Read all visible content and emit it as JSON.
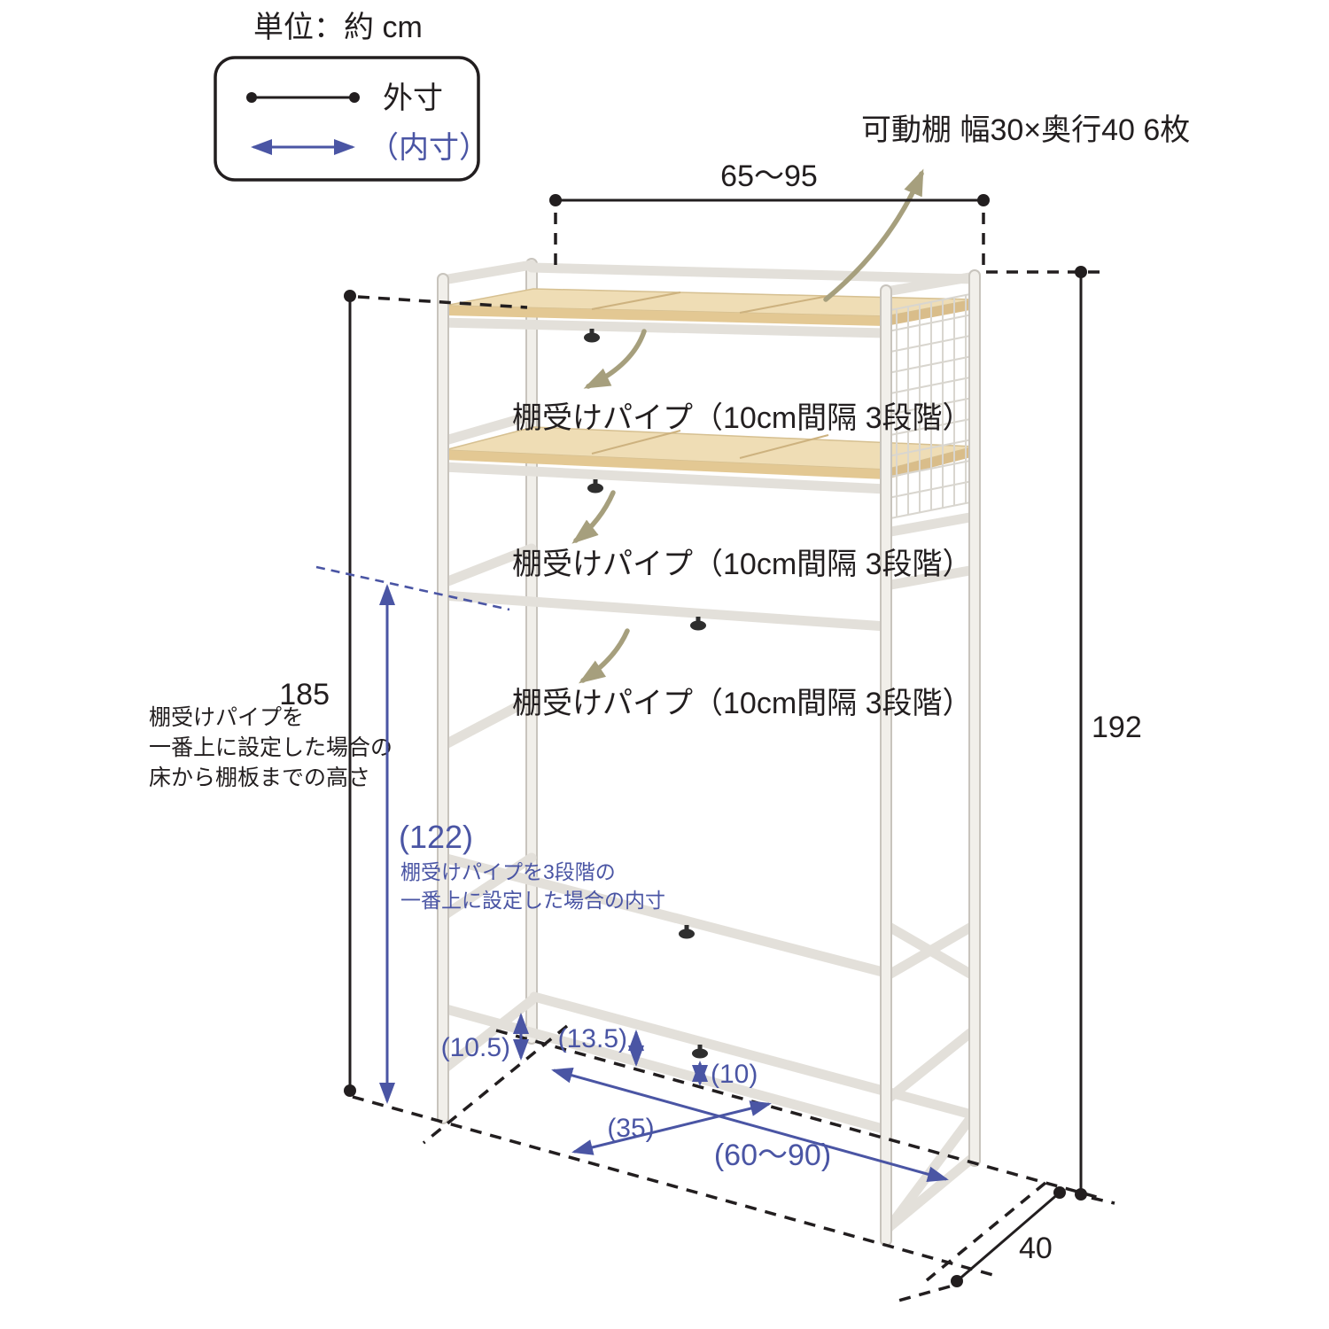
{
  "title": {
    "units": "単位：約 cm"
  },
  "legend": {
    "outer": "外寸",
    "inner": "（内寸）"
  },
  "labels": {
    "movable_shelf": "可動棚 幅30×奥行40 6枚",
    "pipe1": "棚受けパイプ（10cm間隔 3段階）",
    "pipe2": "棚受けパイプ（10cm間隔 3段階）",
    "pipe3": "棚受けパイプ（10cm間隔 3段階）"
  },
  "notes": {
    "h185": [
      "棚受けパイプを",
      "一番上に設定した場合の",
      "床から棚板までの高さ"
    ],
    "h122": [
      "棚受けパイプを3段階の",
      "一番上に設定した場合の内寸"
    ]
  },
  "dims": {
    "top_width": "65～95",
    "left_height": "185",
    "right_height": "192",
    "inner_height": "(122)",
    "left_clearance": "(10.5)",
    "front_clearance": "(13.5)",
    "rear_clearance": "(10)",
    "inner_depth": "(35)",
    "inner_width": "(60～90)",
    "depth": "40"
  },
  "colors": {
    "outer_dim": "#221e1f",
    "inner_dim": "#4a55a4",
    "pointer_arrow": "#a69f7d",
    "wood": "#efddb5",
    "frame": "#f1efea",
    "frame_edge": "#c8c4bd"
  }
}
